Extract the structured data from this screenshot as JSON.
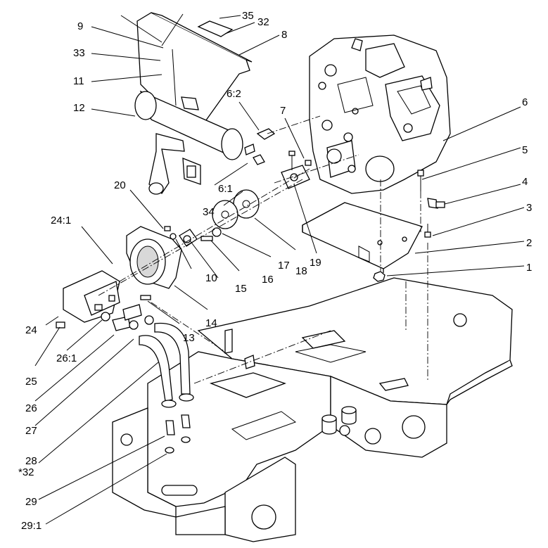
{
  "diagram": {
    "callouts": {
      "c1": "1",
      "c2": "2",
      "c3": "3",
      "c4": "4",
      "c5": "5",
      "c6": "6",
      "c6_1": "6:1",
      "c6_2": "6:2",
      "c7": "7",
      "c8": "8",
      "c9": "9",
      "c10": "10",
      "c11": "11",
      "c12": "12",
      "c13": "13",
      "c14": "14",
      "c15": "15",
      "c16": "16",
      "c17": "17",
      "c18": "18",
      "c19": "19",
      "c20": "20",
      "c24": "24",
      "c24_1": "24:1",
      "c25": "25",
      "c26": "26",
      "c26_1": "26:1",
      "c27": "27",
      "c28": "28",
      "c29": "29",
      "c29_1": "29:1",
      "c32": "32",
      "c32_star": "*32",
      "c33": "33",
      "c34": "34",
      "c35": "35"
    }
  }
}
